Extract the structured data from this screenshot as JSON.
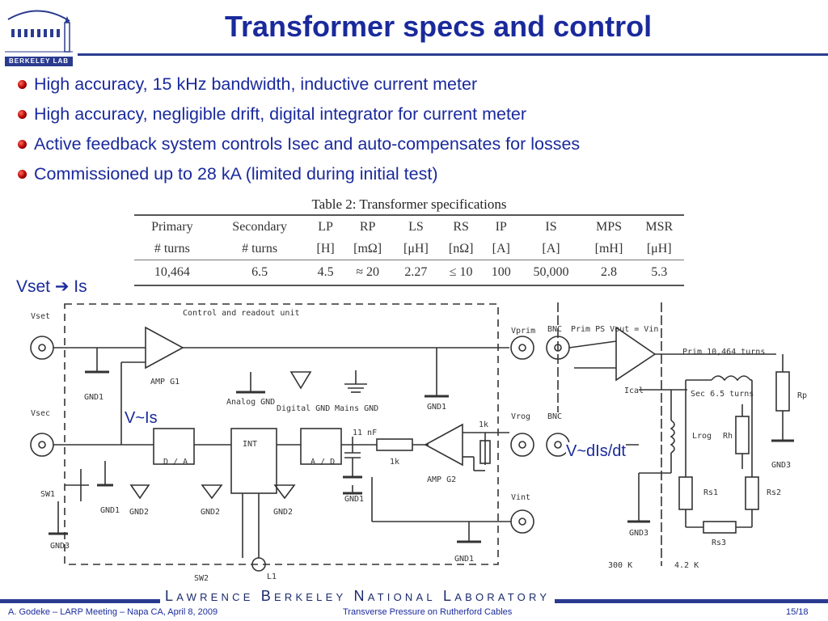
{
  "header": {
    "title": "Transformer specs and control",
    "logo_text": "BERKELEY LAB"
  },
  "bullets": [
    "High accuracy, 15 kHz bandwidth, inductive current meter",
    "High accuracy, negligible drift, digital integrator for current meter",
    "Active feedback system controls Isec and auto-compensates for losses",
    "Commissioned up to 28 kA (limited during initial test)"
  ],
  "table": {
    "caption": "Table 2:  Transformer specifications",
    "row1": [
      "Primary",
      "Secondary",
      "LP",
      "RP",
      "LS",
      "RS",
      "IP",
      "IS",
      "MPS",
      "MSR"
    ],
    "row2": [
      "# turns",
      "# turns",
      "[H]",
      "[mΩ]",
      "[μH]",
      "[nΩ]",
      "[A]",
      "[A]",
      "[mH]",
      "[μH]"
    ],
    "row3": [
      "10,464",
      "6.5",
      "4.5",
      "≈ 20",
      "2.27",
      "≤ 10",
      "100",
      "50,000",
      "2.8",
      "5.3"
    ]
  },
  "annotations": {
    "vset_is": "Vset ➔ Is",
    "v_is": "V~Is",
    "v_dis_dt": "V~dIs/dt"
  },
  "diagram": {
    "control_unit": "Control and readout unit",
    "vset": "Vset",
    "vsec": "Vsec",
    "vprim": "Vprim",
    "vrog": "Vrog",
    "vint": "Vint",
    "bnc1": "BNC",
    "bnc2": "BNC",
    "prim_ps": "Prim PS Vout = Vin",
    "amp_g1": "AMP G1",
    "amp_g2": "AMP G2",
    "analog_gnd": "Analog GND",
    "digital_gnd": "Digital GND",
    "mains_gnd": "Mains GND",
    "gnd1": "GND1",
    "gnd2": "GND2",
    "gnd3": "GND3",
    "da": "D / A",
    "int": "INT",
    "ad": "A / D",
    "cap": "11 nF",
    "r1k_a": "1k",
    "r1k_b": "1k",
    "sw1": "SW1",
    "sw2": "SW2",
    "l1": "L1",
    "ical": "Ical",
    "prim_turns": "Prim 10,464 turns",
    "sec_turns": "Sec 6.5 turns",
    "lrog": "Lrog",
    "rh": "Rh",
    "rp": "Rp",
    "rs1": "Rs1",
    "rs2": "Rs2",
    "rs3": "Rs3",
    "t300": "300 K",
    "t42": "4.2 K"
  },
  "footer": {
    "lab": "Lawrence Berkeley National Laboratory",
    "left": "A. Godeke – LARP Meeting – Napa CA, April 8, 2009",
    "center": "Transverse Pressure on Rutherford Cables",
    "page": "15/18"
  },
  "colors": {
    "accent": "#1a2a9c",
    "band": "#2a3b8f",
    "bullet": "#b00000"
  }
}
